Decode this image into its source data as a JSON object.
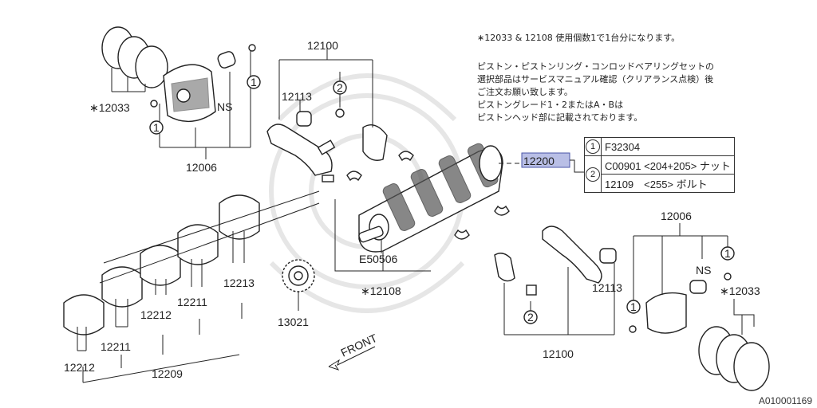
{
  "notes": [
    "∗12033 & 12108 使用個数1で1台分になります。",
    "ピストン・ピストンリング・コンロッドベアリングセットの",
    "選択部品はサービスマニュアル確認（クリアランス点検）後",
    "ご注文お願い致します。",
    "ピストングレード1・2またはA・Bは",
    "ピストンヘッド部に記載されております。"
  ],
  "legend": [
    {
      "num": "1",
      "text": "F32304"
    },
    {
      "num": "2",
      "text": "C00901 <204+205> ナット"
    },
    {
      "num": "",
      "text": "12109　<255> ボルト"
    }
  ],
  "highlight": "12200",
  "labels": {
    "l12100_top": "12100",
    "l12113_top": "12113",
    "l12033_left": "∗12033",
    "lNS_left": "NS",
    "l12006_left": "12006",
    "lE50506": "E50506",
    "l12108": "∗12108",
    "l12213": "12213",
    "l12211_a": "12211",
    "l12212_a": "12212",
    "l12211_b": "12211",
    "l12212_b": "12212",
    "l12209": "12209",
    "l13021": "13021",
    "l12100_bot": "12100",
    "l12113_bot": "12113",
    "l12006_right": "12006",
    "lNS_right": "NS",
    "l12033_right": "∗12033",
    "front": "FRONT",
    "c1_a": "1",
    "c1_b": "1",
    "c1_c": "1",
    "c1_d": "1",
    "c2_a": "2",
    "c2_b": "2"
  },
  "drawing_code": "A010001169"
}
